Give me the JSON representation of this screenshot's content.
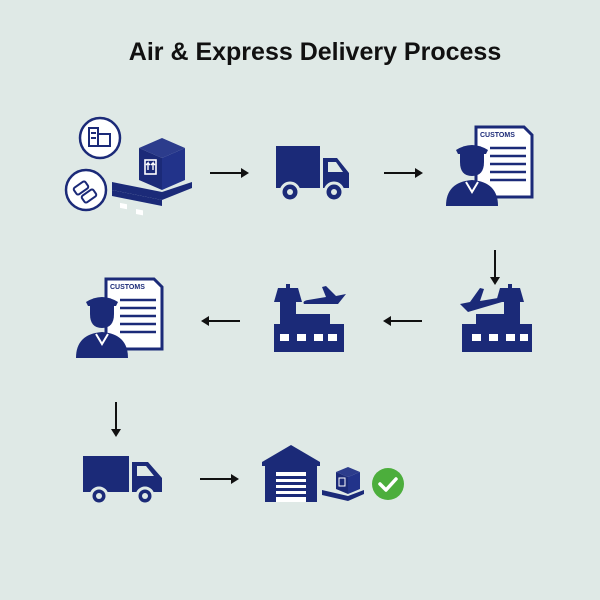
{
  "title": "Air & Express Delivery Process",
  "colors": {
    "background": "#dfe9e6",
    "icon_navy": "#1b2a78",
    "check_green": "#4cae3c"
  },
  "steps": [
    {
      "icon": "shipment-origin-icon"
    },
    {
      "icon": "delivery-truck-icon"
    },
    {
      "icon": "customs-officer-icon",
      "label": "CUSTOMS"
    },
    {
      "icon": "airport-departure-icon"
    },
    {
      "icon": "airport-arrival-icon"
    },
    {
      "icon": "customs-officer-icon",
      "label": "CUSTOMS"
    },
    {
      "icon": "delivery-truck-icon"
    },
    {
      "icon": "warehouse-delivered-icon"
    }
  ]
}
